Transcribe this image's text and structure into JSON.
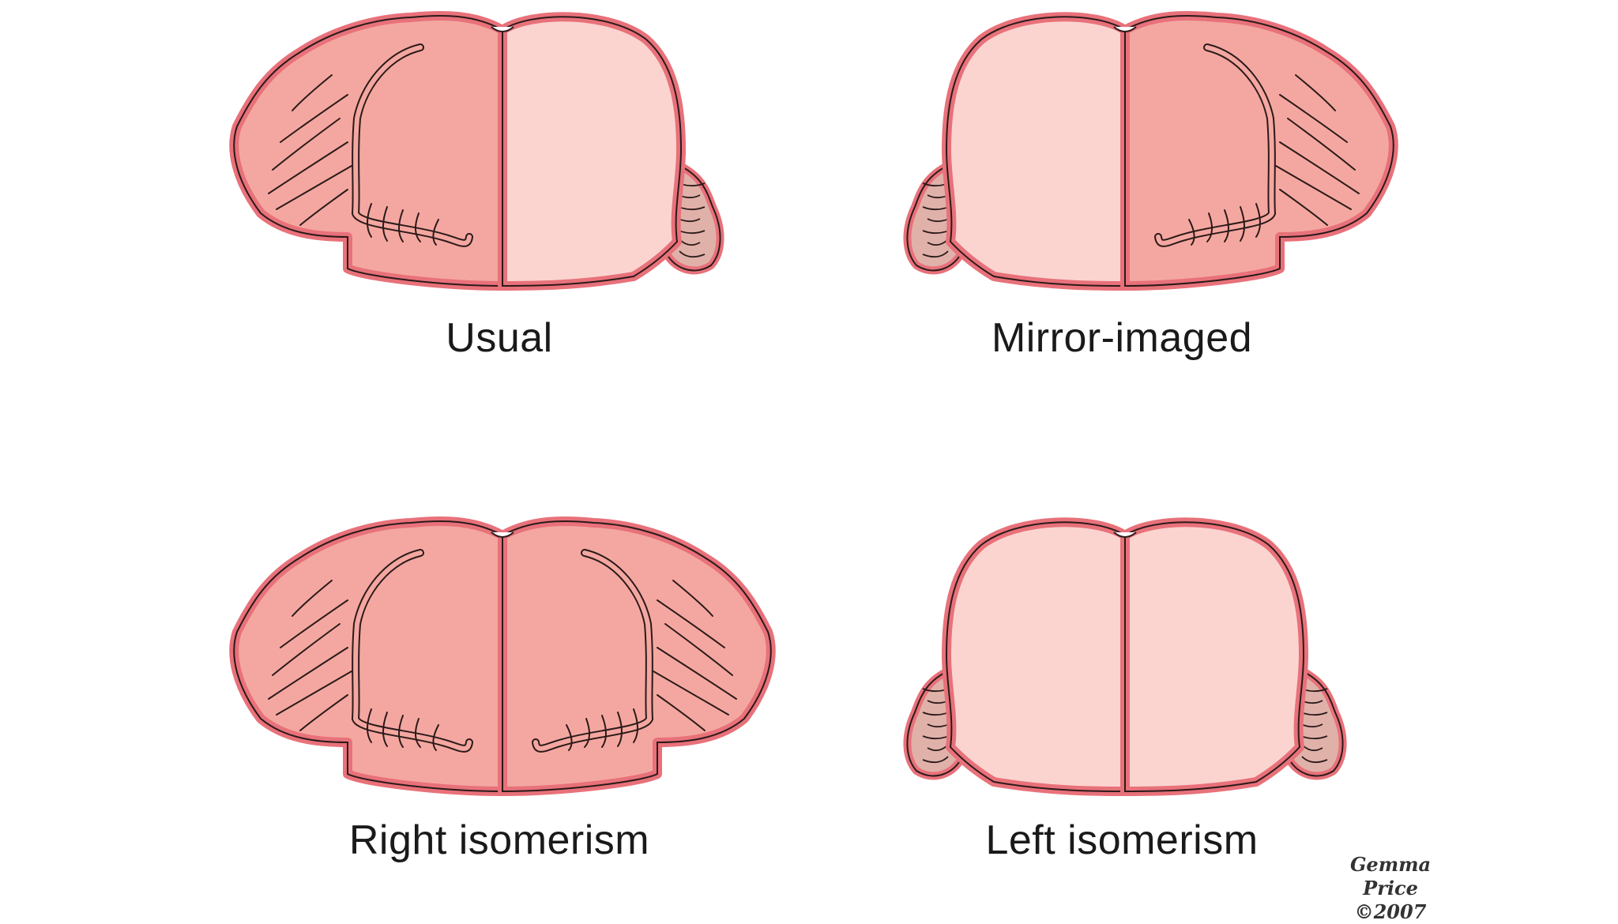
{
  "panels": [
    {
      "id": "usual",
      "caption": "Usual",
      "left_atrium": "pectinate",
      "right_atrium": "smooth",
      "left_appendage": "broad",
      "right_appendage": "hooked"
    },
    {
      "id": "mirror",
      "caption": "Mirror-imaged",
      "left_atrium": "smooth",
      "right_atrium": "pectinate",
      "left_appendage": "hooked",
      "right_appendage": "broad"
    },
    {
      "id": "right-isomerism",
      "caption": "Right isomerism",
      "left_atrium": "pectinate",
      "right_atrium": "pectinate",
      "left_appendage": "broad",
      "right_appendage": "broad"
    },
    {
      "id": "left-isomerism",
      "caption": "Left isomerism",
      "left_atrium": "smooth",
      "right_atrium": "smooth",
      "left_appendage": "hooked",
      "right_appendage": "hooked"
    }
  ],
  "credit": {
    "author": "Gemma Price",
    "year": "©2007"
  },
  "colors": {
    "pectinate_fill": "#f4a7a0",
    "smooth_fill": "#fbd4d0",
    "outer_wall": "#e8717a",
    "outline": "#2b1a1a",
    "hooked_fill": "#e0b1a9"
  }
}
